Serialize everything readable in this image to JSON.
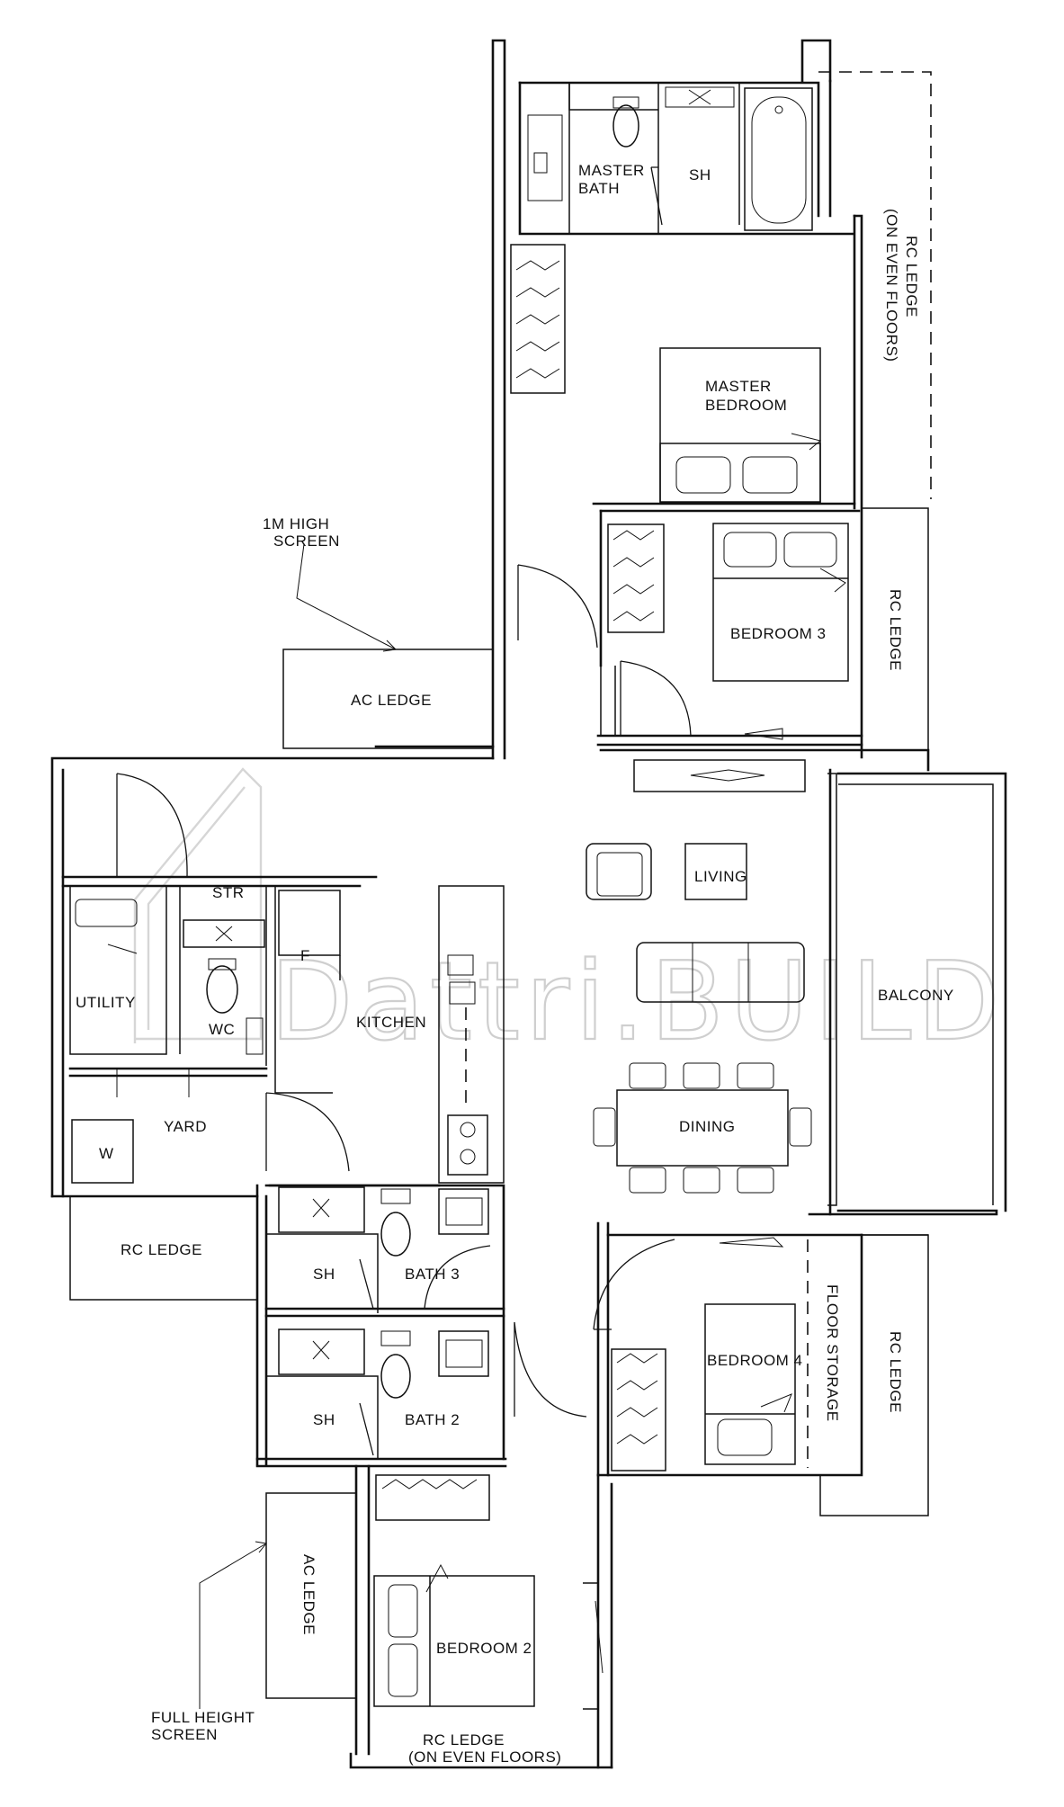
{
  "rooms": {
    "master_bath": [
      "MASTER",
      "BATH"
    ],
    "master_sh": "SH",
    "master_bedroom": [
      "MASTER",
      "BEDROOM"
    ],
    "bedroom3": "BEDROOM 3",
    "ac_ledge_top": "AC LEDGE",
    "living": "LIVING",
    "balcony": "BALCONY",
    "dining": "DINING",
    "kitchen": "KITCHEN",
    "str": "STR",
    "f": "F",
    "wc": "WC",
    "utility": "UTILITY",
    "yard": "YARD",
    "w": "W",
    "rc_ledge_left": "RC LEDGE",
    "bath3_sh": "SH",
    "bath3": "BATH 3",
    "bath2_sh": "SH",
    "bath2": "BATH 2",
    "bedroom4": "BEDROOM 4",
    "floor_storage": "FLOOR STORAGE",
    "ac_ledge_bottom": "AC LEDGE",
    "bedroom2": "BEDROOM 2"
  },
  "annotations": {
    "rc_ledge_even_top": [
      "RC LEDGE",
      "(ON EVEN FLOORS)"
    ],
    "rc_ledge_bed3": "RC LEDGE",
    "rc_ledge_bed4": "RC LEDGE",
    "rc_ledge_even_bottom": [
      "RC LEDGE",
      "(ON EVEN FLOORS)"
    ],
    "screen_1m": [
      "1M HIGH",
      "SCREEN"
    ],
    "screen_full": [
      "FULL HEIGHT",
      "SCREEN"
    ]
  },
  "watermark": "Dattri.BUILD"
}
